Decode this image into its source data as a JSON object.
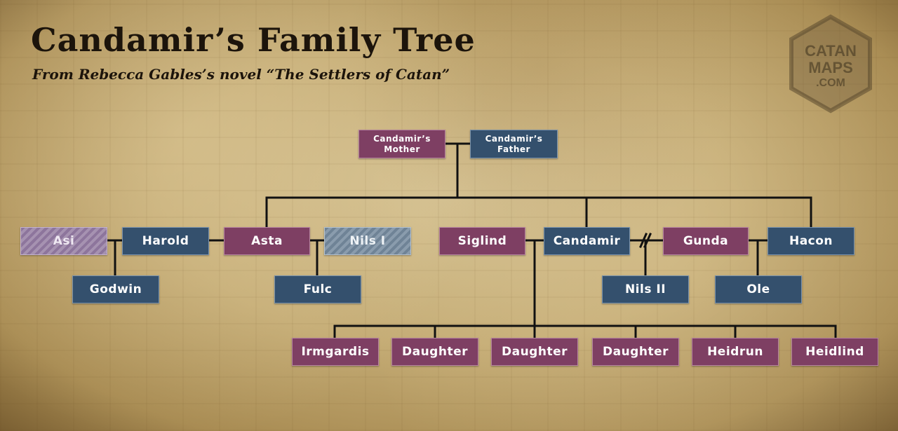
{
  "header": {
    "title": "Candamir’s Family Tree",
    "subtitle": "From Rebecca Gables’s novel “The Settlers of Catan”"
  },
  "logo": {
    "line1": "CATAN",
    "line2": "MAPS",
    "line3": ".COM"
  },
  "colors": {
    "female": "#7e3f63",
    "male": "#34506d",
    "unknown_female": "#a692b1",
    "unknown_male": "#8a9cad",
    "line": "#111111"
  },
  "people": {
    "mother": {
      "line1": "Candamir’s",
      "line2": "Mother"
    },
    "father": {
      "line1": "Candamir’s",
      "line2": "Father"
    },
    "asi": "Asi",
    "harold": "Harold",
    "asta": "Asta",
    "nils1": "Nils I",
    "siglind": "Siglind",
    "candamir": "Candamir",
    "gunda": "Gunda",
    "hacon": "Hacon",
    "godwin": "Godwin",
    "fulc": "Fulc",
    "nils2": "Nils II",
    "ole": "Ole",
    "irmgardis": "Irmgardis",
    "daughter1": "Daughter",
    "daughter2": "Daughter",
    "daughter3": "Daughter",
    "heidrun": "Heidrun",
    "heidlind": "Heidlind"
  }
}
